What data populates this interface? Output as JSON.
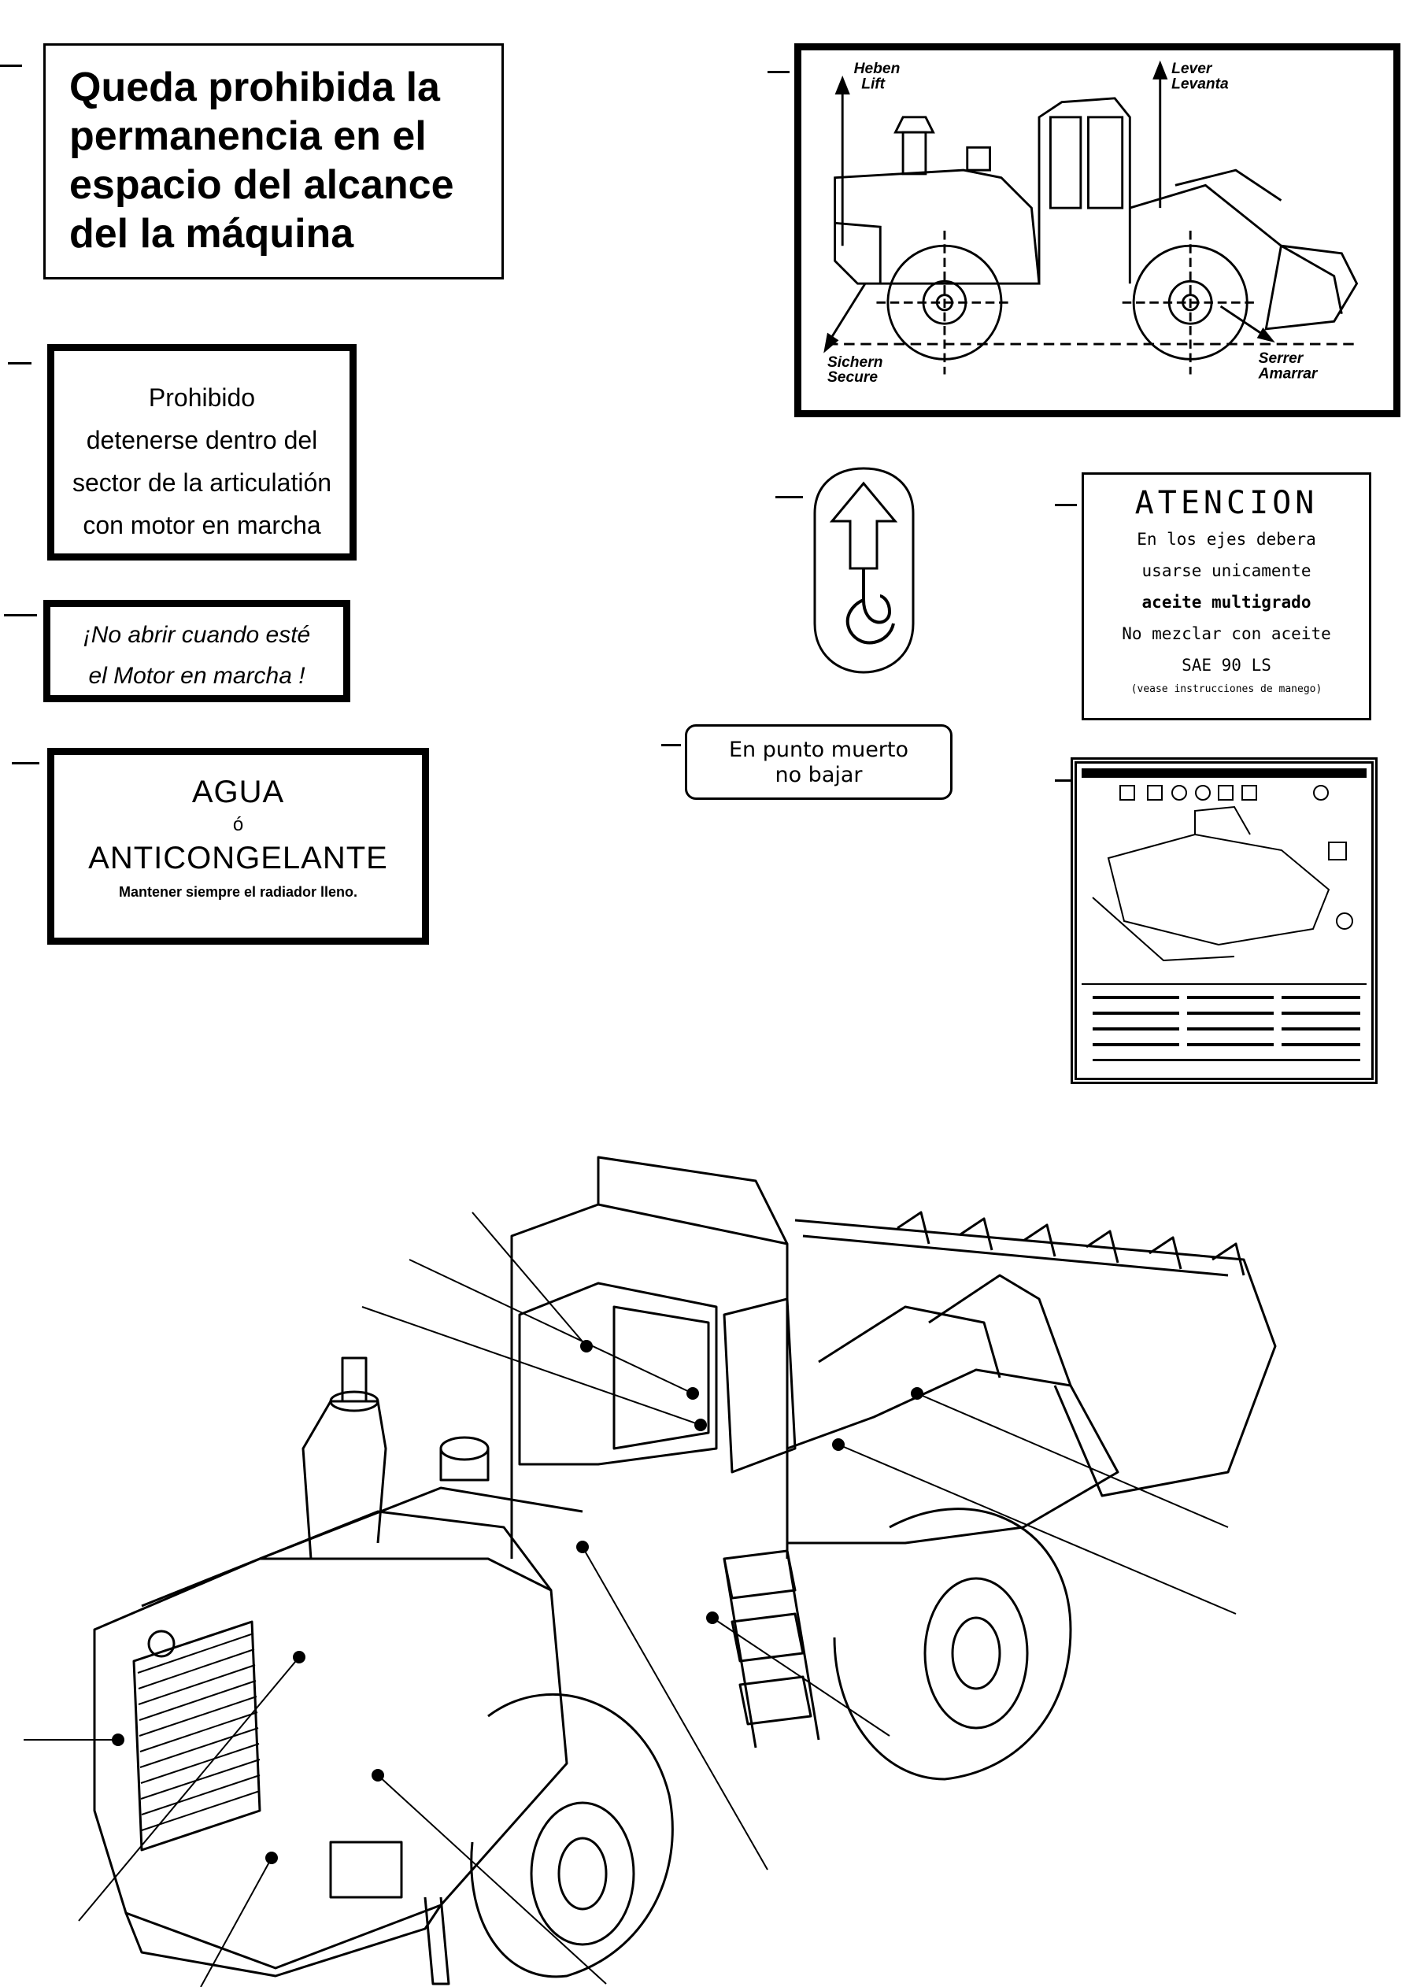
{
  "decals": {
    "queda": {
      "lines": [
        "Queda prohibida la",
        "permanencia en el",
        "espacio del alcance",
        "del la máquina"
      ]
    },
    "prohibido": {
      "lines": [
        "Prohibido",
        "detenerse dentro del",
        "sector de la articulatión",
        "con motor en marcha"
      ]
    },
    "no_abrir": {
      "lines": [
        "¡No abrir cuando esté",
        "el Motor en marcha !"
      ]
    },
    "agua": {
      "line1": "AGUA",
      "line2": "ó",
      "line3": "ANTICONGELANTE",
      "line4": "Mantener siempre el radiador lleno."
    },
    "lift": {
      "top_left": [
        "Heben",
        "Lift"
      ],
      "top_right": [
        "Lever",
        "Levanta"
      ],
      "bottom_left": [
        "Sichern",
        "Secure"
      ],
      "bottom_right": [
        "Serrer",
        "Amarrar"
      ]
    },
    "atencion": {
      "title": "ATENCION",
      "lines": [
        "En los ejes debera",
        "usarse unicamente"
      ],
      "bold_line": "aceite multigrado",
      "lines2": [
        "No mezclar con aceite",
        "SAE 90 LS"
      ],
      "footnote": "(vease instrucciones de manego)"
    },
    "punto_muerto": {
      "lines": [
        "En punto muerto",
        "no bajar"
      ]
    }
  }
}
